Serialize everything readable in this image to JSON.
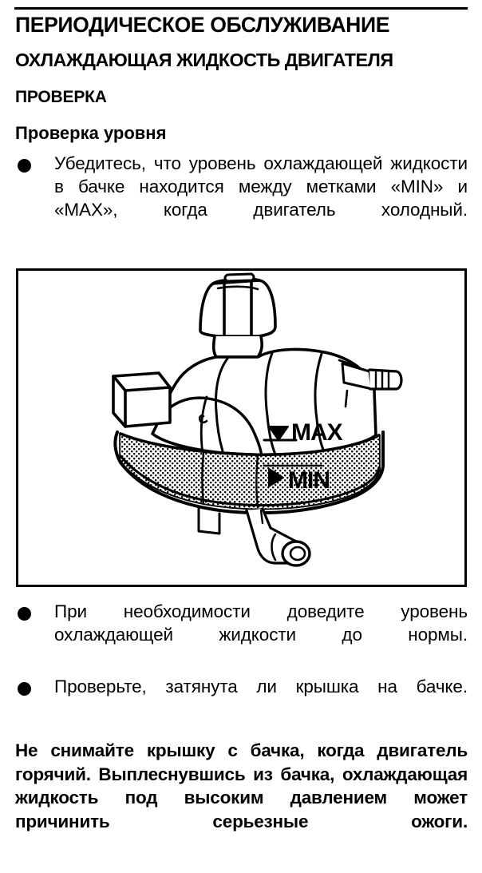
{
  "document": {
    "language": "ru",
    "page_kind": "automotive-service-manual-page",
    "background_color": "#ffffff",
    "text_color": "#000000"
  },
  "header": {
    "rule_above": true,
    "title": "ПЕРИОДИЧЕСКОЕ ОБСЛУЖИВАНИЕ",
    "subtitle": "ОХЛАЖДАЮЩАЯ ЖИДКОСТЬ ДВИГАТЕЛЯ",
    "section": "ПРОВЕРКА",
    "subsection": "Проверка уровня"
  },
  "bullets_top": [
    {
      "marker": "filled-circle",
      "text": "Убедитесь, что уровень охлаждающей жидкости в бачке находится между метками «MIN» и «MAX», когда двигатель холодный."
    }
  ],
  "figure": {
    "caption": "",
    "alt": "Схема расширительного бачка системы охлаждения двигателя",
    "border_color": "#000000",
    "labels": [
      {
        "text": "MAX",
        "marker": "▽",
        "meaning": "максимальный уровень"
      },
      {
        "text": "MIN",
        "marker": "◁",
        "meaning": "минимальный уровень"
      }
    ],
    "parts": [
      "крышка бачка",
      "расширительный бачок",
      "кронштейн крепления",
      "верхний патрубок",
      "нижний патрубок"
    ]
  },
  "bullets_bottom": [
    {
      "marker": "filled-circle",
      "text": "При необходимости доведите уровень охлаждающей жидкости до нормы."
    },
    {
      "marker": "filled-circle",
      "text": "Проверьте, затянута ли крышка на бачке."
    }
  ],
  "warning": {
    "emphasis": "bold",
    "text": "Не снимайте крышку с бачка, когда двигатель горячий. Выплеснувшись из бачка, охлаждающая жидкость под высоким давлением может причинить серьезные ожоги."
  }
}
